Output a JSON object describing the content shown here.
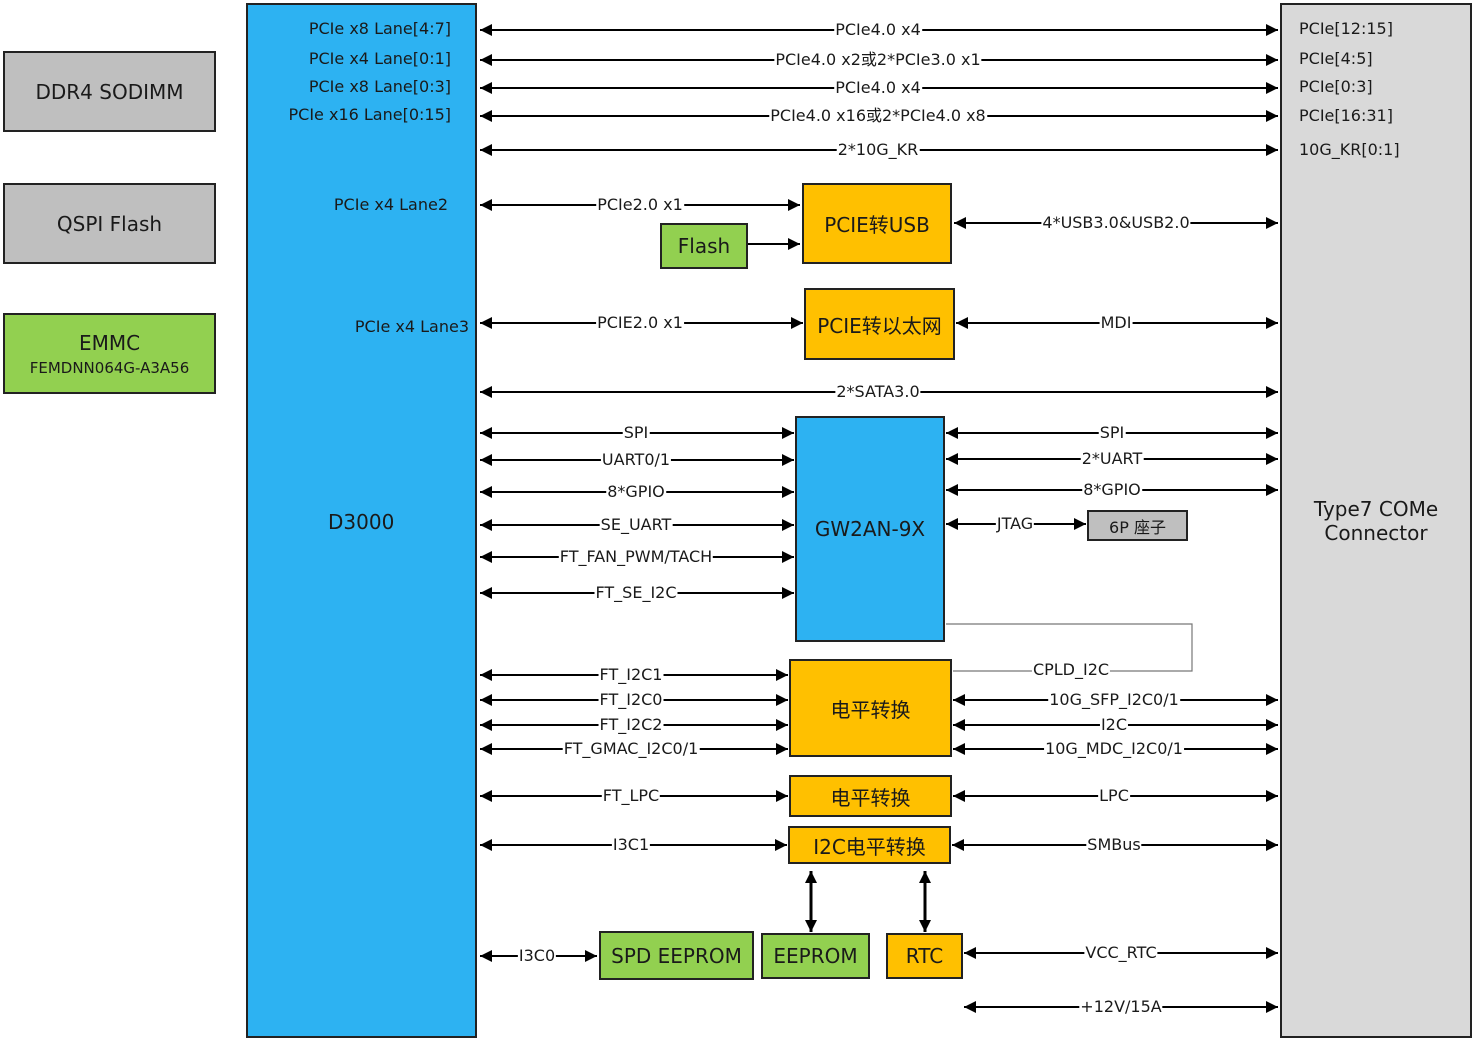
{
  "left_blocks": {
    "ddr4": "DDR4 SODIMM",
    "qspi": "QSPI Flash",
    "emmc_title": "EMMC",
    "emmc_part": "FEMDNN064G-A3A56"
  },
  "soc": {
    "name": "D3000",
    "ports": [
      "PCIe x8 Lane[4:7]",
      "PCIe x4 Lane[0:1]",
      "PCIe x8 Lane[0:3]",
      "PCIe x16 Lane[0:15]",
      "PCIe x4 Lane2",
      "PCIe x4 Lane3"
    ]
  },
  "connector": {
    "name_line1": "Type7 COMe",
    "name_line2": "Connector",
    "ports": [
      "PCIe[12:15]",
      "PCIe[4:5]",
      "PCIe[0:3]",
      "PCIe[16:31]",
      "10G_KR[0:1]"
    ]
  },
  "chips": {
    "pcie_usb": "PCIE转USB",
    "flash": "Flash",
    "pcie_eth": "PCIE转以太网",
    "cpld": "GW2AN-9X",
    "jtag_header": "6P 座子",
    "level_shift_1": "电平转换",
    "level_shift_2": "电平转换",
    "i2c_level_shift": "I2C电平转换",
    "spd_eeprom": "SPD EEPROM",
    "eeprom": "EEPROM",
    "rtc": "RTC"
  },
  "signals": {
    "pcie_x4_a": "PCIe4.0 x4",
    "pcie_x2": "PCIe4.0 x2或2*PCIe3.0 x1",
    "pcie_x4_b": "PCIe4.0 x4",
    "pcie_x16": "PCIe4.0 x16或2*PCIe4.0 x8",
    "kr": "2*10G_KR",
    "usb_pcie": "PCIe2.0 x1",
    "usb_out": "4*USB3.0&USB2.0",
    "eth_pcie": "PCIE2.0 x1",
    "mdi": "MDI",
    "sata": "2*SATA3.0",
    "spi_l": "SPI",
    "uart_l": "UART0/1",
    "gpio_l": "8*GPIO",
    "se_uart": "SE_UART",
    "fan": "FT_FAN_PWM/TACH",
    "se_i2c": "FT_SE_I2C",
    "spi_r": "SPI",
    "uart_r": "2*UART",
    "gpio_r": "8*GPIO",
    "jtag": "JTAG",
    "cpld_i2c": "CPLD_I2C",
    "ft_i2c1": "FT_I2C1",
    "ft_i2c0": "FT_I2C0",
    "ft_i2c2": "FT_I2C2",
    "gmac": "FT_GMAC_I2C0/1",
    "sfp": "10G_SFP_I2C0/1",
    "i2c": "I2C",
    "mdc": "10G_MDC_I2C0/1",
    "ft_lpc": "FT_LPC",
    "lpc": "LPC",
    "i3c1": "I3C1",
    "smbus": "SMBus",
    "i3c0": "I3C0",
    "vcc_rtc": "VCC_RTC",
    "power": "+12V/15A"
  }
}
